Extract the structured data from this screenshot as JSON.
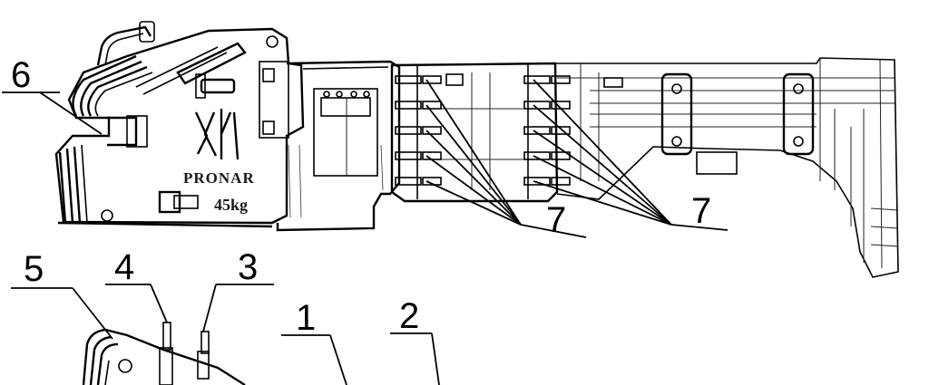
{
  "diagram": {
    "brand_logo_text": "PRONAR",
    "weight_marking": "45kg",
    "callouts": [
      {
        "id": "label-6",
        "text": "6"
      },
      {
        "id": "label-7a",
        "text": "7"
      },
      {
        "id": "label-7b",
        "text": "7"
      },
      {
        "id": "label-5",
        "text": "5"
      },
      {
        "id": "label-4",
        "text": "4"
      },
      {
        "id": "label-3",
        "text": "3"
      },
      {
        "id": "label-1",
        "text": "1"
      },
      {
        "id": "label-2",
        "text": "2"
      }
    ]
  }
}
